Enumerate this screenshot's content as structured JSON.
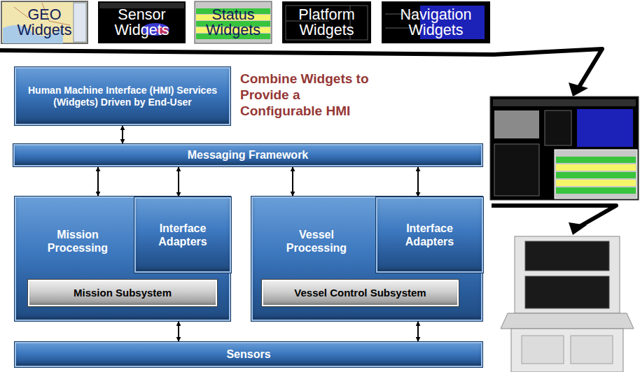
{
  "diagram": {
    "nodes": [
      {
        "text": [
          "GEO Widgets"
        ]
      },
      {
        "text": [
          "Sensor Widgets"
        ]
      },
      {
        "text": [
          "Status Widgets"
        ]
      },
      {
        "text": [
          "Platform Widgets"
        ]
      },
      {
        "text": [
          "Navigation Widgets"
        ]
      },
      {
        "text": [
          "Human Machine Interface (HMI) Services (Widgets) Driven by End-User"
        ]
      },
      {
        "text": [
          "Messaging Framework"
        ]
      },
      {
        "text": [
          "Mission Processing"
        ]
      },
      {
        "text": [
          "Interface Adapters"
        ],
        "in": 7
      },
      {
        "text": [
          "Mission Subsystem"
        ],
        "in": 7
      },
      {
        "text": [
          "Vessel Processing"
        ]
      },
      {
        "text": [
          "Interface Adapters"
        ],
        "in": 10
      },
      {
        "text": [
          "Vessel Control Subsystem"
        ],
        "in": 10
      },
      {
        "text": [
          "Sensors"
        ]
      }
    ],
    "edges": [
      {
        "from": 5,
        "to": 6,
        "arrow": "both"
      },
      {
        "from": 6,
        "to": 7,
        "arrow": "both"
      },
      {
        "from": 6,
        "to": 8,
        "arrow": "both"
      },
      {
        "from": 6,
        "to": 10,
        "arrow": "both"
      },
      {
        "from": 6,
        "to": 11,
        "arrow": "both"
      },
      {
        "from": 7,
        "to": 13,
        "arrow": "both"
      },
      {
        "from": 10,
        "to": 13,
        "arrow": "both"
      }
    ],
    "labels": [
      "Combine Widgets to Provide a Configurable HMI"
    ]
  }
}
